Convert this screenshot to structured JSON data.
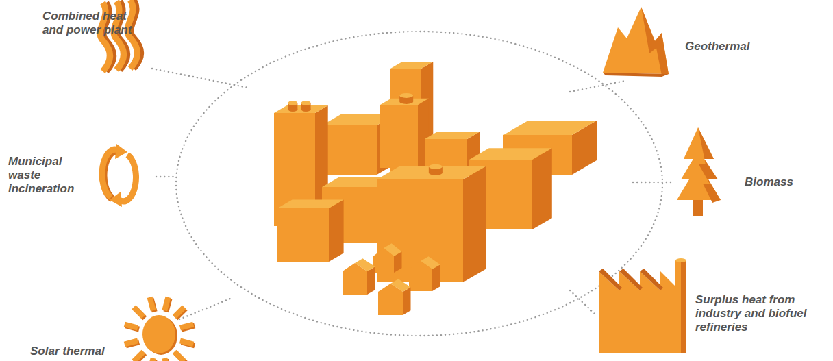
{
  "diagram": {
    "labels": [
      "Combined heat and power plant",
      "Geothermal",
      "Municipal waste incineration",
      "Biomass",
      "Surplus heat from industry and biofuel refineries",
      "Solar thermal"
    ]
  }
}
